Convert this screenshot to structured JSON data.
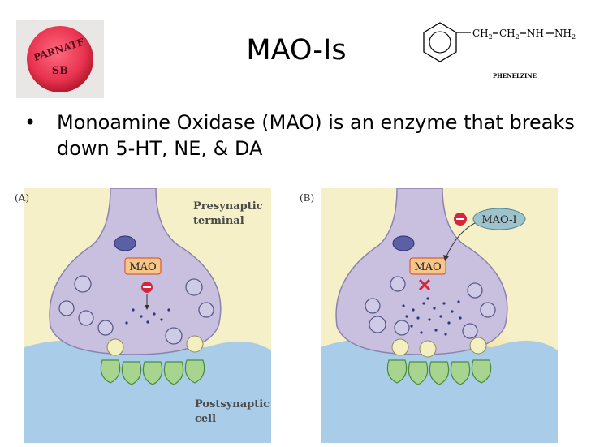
{
  "slide": {
    "title": "MAO-Is",
    "bullet": "Monoamine Oxidase (MAO) is an enzyme that breaks down 5-HT, NE, & DA"
  },
  "pill": {
    "imprint_top": "PARNATE",
    "imprint_bottom": "SB",
    "color": "#e8334f"
  },
  "formula": {
    "chain": "CH",
    "sub": "2",
    "nh": "NH",
    "nh2": "NH",
    "caption": "PHENELZINE"
  },
  "diagram": {
    "panel_a_label": "(A)",
    "panel_b_label": "(B)",
    "presynaptic_line1": "Presynaptic",
    "presynaptic_line2": "terminal",
    "postsynaptic_line1": "Postsynaptic",
    "postsynaptic_line2": "cell",
    "mao_label": "MAO",
    "maoi_label": "MAO-I",
    "colors": {
      "terminal": "#c9c0df",
      "terminal_stroke": "#8a82b0",
      "background": "#f6f0c8",
      "postsynaptic": "#a9cde9",
      "glow": "#f6c24a",
      "enzyme_box": "#f7c78a",
      "enzyme_stroke": "#d3471e",
      "inhibit": "#d9253c",
      "receptor": "#a7d48f",
      "maoi_fill": "#9fc3cc"
    }
  }
}
